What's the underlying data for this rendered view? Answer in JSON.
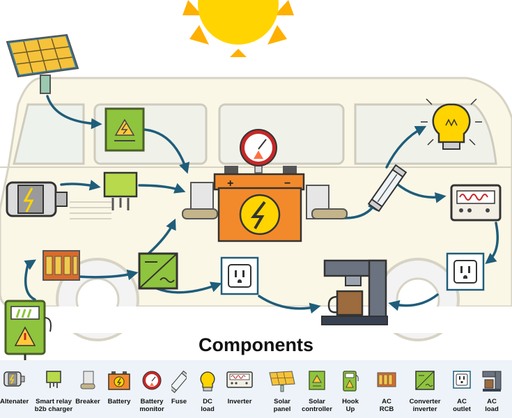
{
  "title": "Components",
  "colors": {
    "arrow": "#1f5d7a",
    "battery": "#f28a2c",
    "sun": "#ffd400",
    "component_green": "#8fc43e",
    "van_body": "#fbf7e7"
  },
  "legend": [
    {
      "label": "Altenater",
      "icon": "alternator-icon"
    },
    {
      "label": "Smart relay\nb2b charger",
      "icon": "relay-icon"
    },
    {
      "label": "Breaker",
      "icon": "breaker-icon"
    },
    {
      "label": "Battery",
      "icon": "battery-icon"
    },
    {
      "label": "Battery\nmonitor",
      "icon": "gauge-icon"
    },
    {
      "label": "Fuse",
      "icon": "fuse-icon"
    },
    {
      "label": "DC\nload",
      "icon": "light-bulb-icon"
    },
    {
      "label": "Inverter",
      "icon": "inverter-icon"
    },
    {
      "label": "Solar\npanel",
      "icon": "solar-panel-icon"
    },
    {
      "label": "Solar\ncontroller",
      "icon": "solar-controller-icon"
    },
    {
      "label": "Hook\nUp",
      "icon": "hookup-icon"
    },
    {
      "label": "AC\nRCB",
      "icon": "rcb-icon"
    },
    {
      "label": "Converter\ninverter",
      "icon": "converter-icon"
    },
    {
      "label": "AC\noutlet",
      "icon": "outlet-icon"
    },
    {
      "label": "AC\nload",
      "icon": "coffee-machine-icon"
    }
  ]
}
